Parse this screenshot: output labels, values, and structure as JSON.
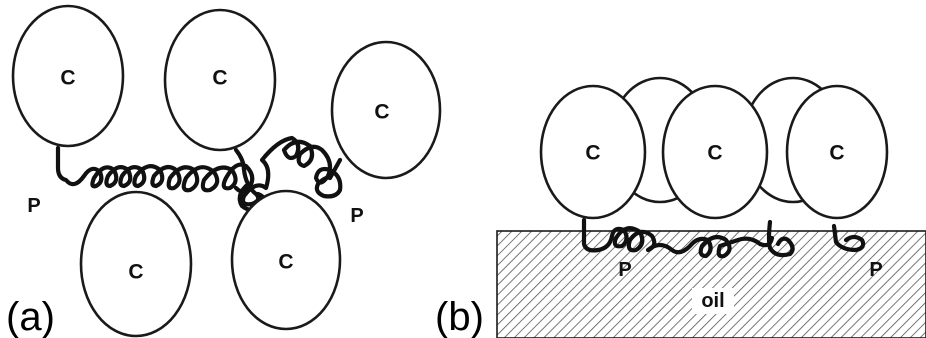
{
  "panels": [
    {
      "id": "a",
      "label": "(a)",
      "particle_label": "C",
      "polymer_labels": [
        "P",
        "P"
      ]
    },
    {
      "id": "b",
      "label": "(b)",
      "particle_label": "C",
      "polymer_labels": [
        "P",
        "P"
      ],
      "substrate_label": "oil"
    }
  ],
  "colors": {
    "stroke": "#1a1a1a",
    "fill": "#ffffff",
    "hatch": "#555555"
  }
}
